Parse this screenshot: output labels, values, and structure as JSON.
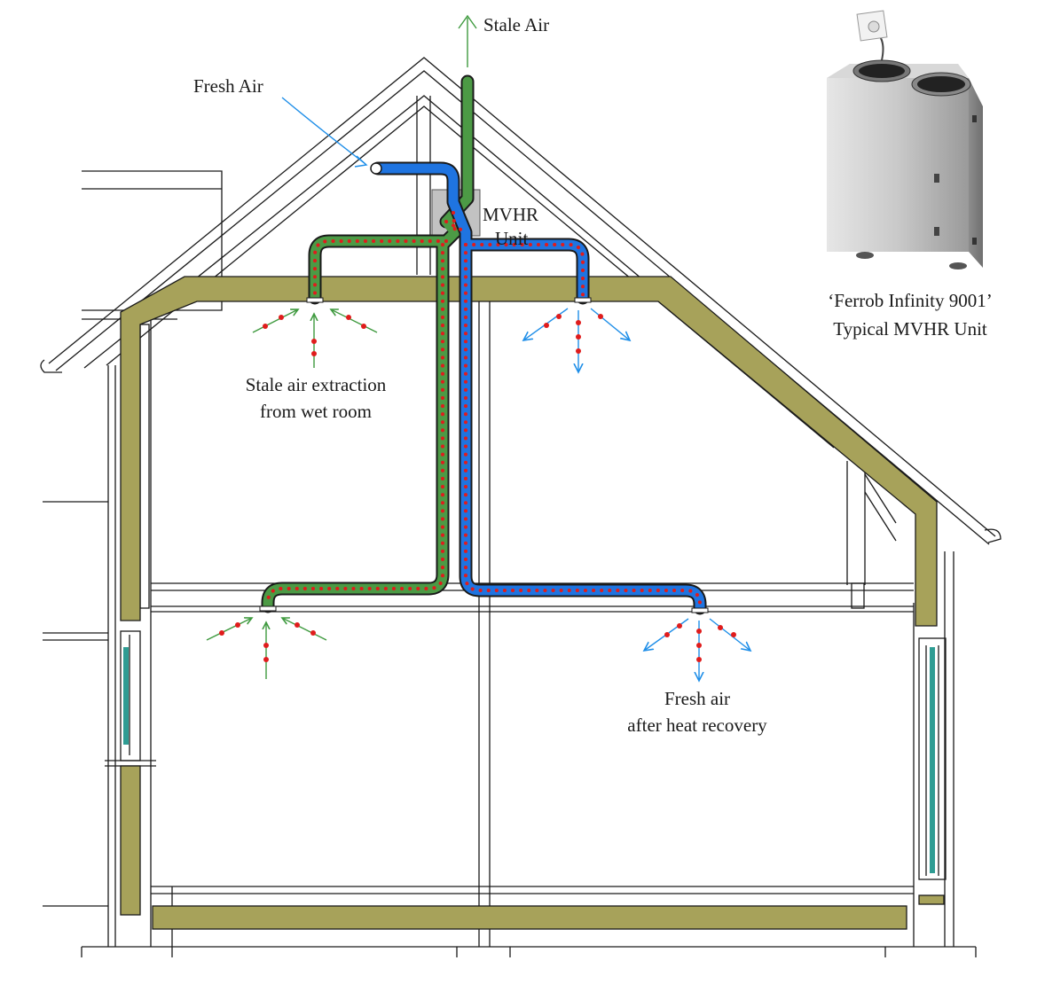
{
  "labels": {
    "stale_air_out": "Stale Air",
    "fresh_air_in": "Fresh Air",
    "unit_line1": "MVHR",
    "unit_line2": "Unit",
    "extract_line1": "Stale air extraction",
    "extract_line2": "from wet room",
    "supply_line1": "Fresh air",
    "supply_line2": "after heat recovery",
    "product_line1": "‘Ferrob Infinity 9001’",
    "product_line2": "Typical MVHR Unit"
  },
  "colors": {
    "insulation": "#a7a25a",
    "stale_duct": "#4c9a45",
    "fresh_duct": "#1f74e0",
    "duct_dots": "#e01c1c",
    "stale_arrow": "#3f9a3f",
    "fresh_arrow": "#1e8ee8",
    "unit_box": "#c2c2c2",
    "outline": "#1a1a1a"
  }
}
